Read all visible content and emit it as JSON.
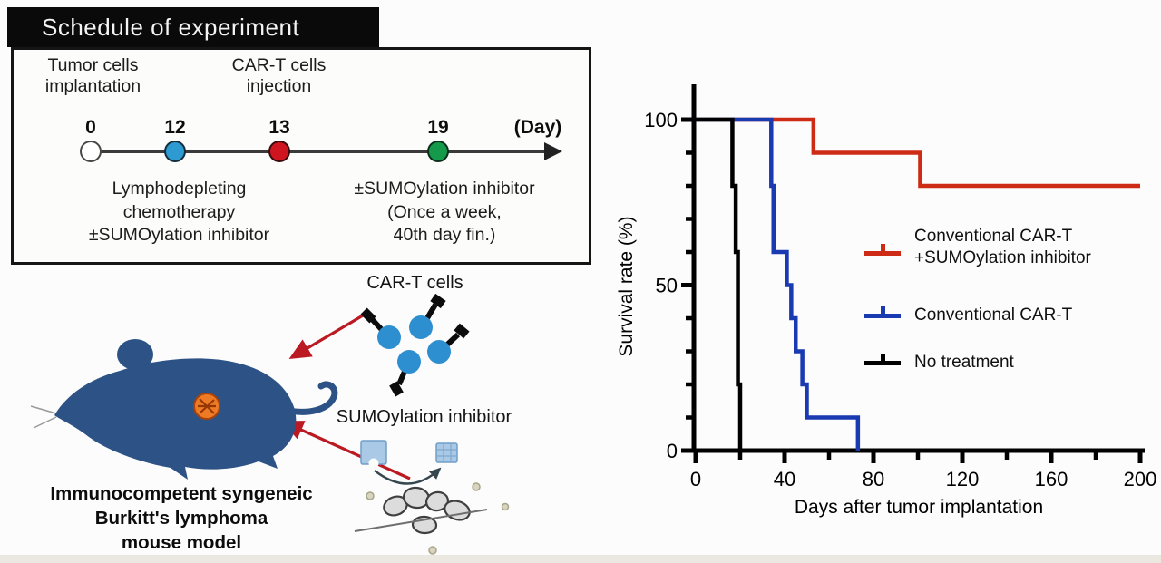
{
  "schedule": {
    "title": "Schedule of experiment",
    "event_tumor": {
      "lines": [
        "Tumor cells",
        "implantation"
      ]
    },
    "event_cart": {
      "lines": [
        "CAR-T cells",
        "injection"
      ]
    },
    "day_axis_label": "(Day)",
    "timeline_points": [
      {
        "day": "0",
        "color": "#ffffff"
      },
      {
        "day": "12",
        "color": "#2d9ad2"
      },
      {
        "day": "13",
        "color": "#ce1520"
      },
      {
        "day": "19",
        "color": "#159a4c"
      }
    ],
    "note_chemo": {
      "lines": [
        "Lymphodepleting",
        "chemotherapy",
        "±SUMOylation inhibitor"
      ]
    },
    "note_sumo": {
      "lines": [
        "±SUMOylation inhibitor",
        "(Once a week,",
        "40th day fin.)"
      ]
    }
  },
  "model_panel": {
    "cart_cells_label": "CAR-T cells",
    "sumo_inhibitor_label": "SUMOylation inhibitor",
    "caption": {
      "lines": [
        "Immunocompetent syngeneic",
        "Burkitt's lymphoma",
        "mouse model"
      ]
    },
    "colors": {
      "mouse": "#2c5286",
      "tumor": "#ee7a26",
      "cart_cell": "#2e8fd0",
      "arrow": "#bb1a22"
    }
  },
  "chart_data": {
    "type": "line",
    "step": true,
    "title": "",
    "xlabel": "Days after tumor implantation",
    "ylabel": "Survival rate  (%)",
    "xlim": [
      0,
      200
    ],
    "ylim": [
      0,
      100
    ],
    "grid": false,
    "legend_position": "center-right",
    "x_ticks_major": [
      0,
      40,
      80,
      120,
      160,
      200
    ],
    "x_ticks_minor": [
      20,
      60,
      100,
      140,
      180
    ],
    "y_ticks_labeled": [
      0,
      50,
      100
    ],
    "y_tick_step": 10,
    "series": [
      {
        "name": "Conventional CAR-T +SUMOylation inhibitor",
        "color": "#cd2b15",
        "points": [
          [
            0,
            100
          ],
          [
            53,
            100
          ],
          [
            53,
            90
          ],
          [
            101,
            90
          ],
          [
            101,
            80
          ],
          [
            200,
            80
          ]
        ]
      },
      {
        "name": "Conventional CAR-T",
        "color": "#1a3ab2",
        "points": [
          [
            0,
            100
          ],
          [
            34,
            100
          ],
          [
            34,
            80
          ],
          [
            35,
            80
          ],
          [
            35,
            60
          ],
          [
            41,
            60
          ],
          [
            41,
            50
          ],
          [
            43,
            50
          ],
          [
            43,
            40
          ],
          [
            45,
            40
          ],
          [
            45,
            30
          ],
          [
            48,
            30
          ],
          [
            48,
            20
          ],
          [
            50,
            20
          ],
          [
            50,
            10
          ],
          [
            73,
            10
          ],
          [
            73,
            0
          ]
        ]
      },
      {
        "name": "No treatment",
        "color": "#000000",
        "points": [
          [
            0,
            100
          ],
          [
            16.5,
            100
          ],
          [
            16.5,
            80
          ],
          [
            18,
            80
          ],
          [
            18,
            60
          ],
          [
            19,
            60
          ],
          [
            19,
            20
          ],
          [
            20,
            20
          ],
          [
            20,
            0
          ]
        ]
      }
    ],
    "legend": [
      {
        "lines": [
          "Conventional CAR-T",
          "+SUMOylation inhibitor"
        ],
        "color": "#cd2b15"
      },
      {
        "lines": [
          "Conventional CAR-T"
        ],
        "color": "#1a3ab2"
      },
      {
        "lines": [
          "No treatment"
        ],
        "color": "#000000"
      }
    ]
  }
}
